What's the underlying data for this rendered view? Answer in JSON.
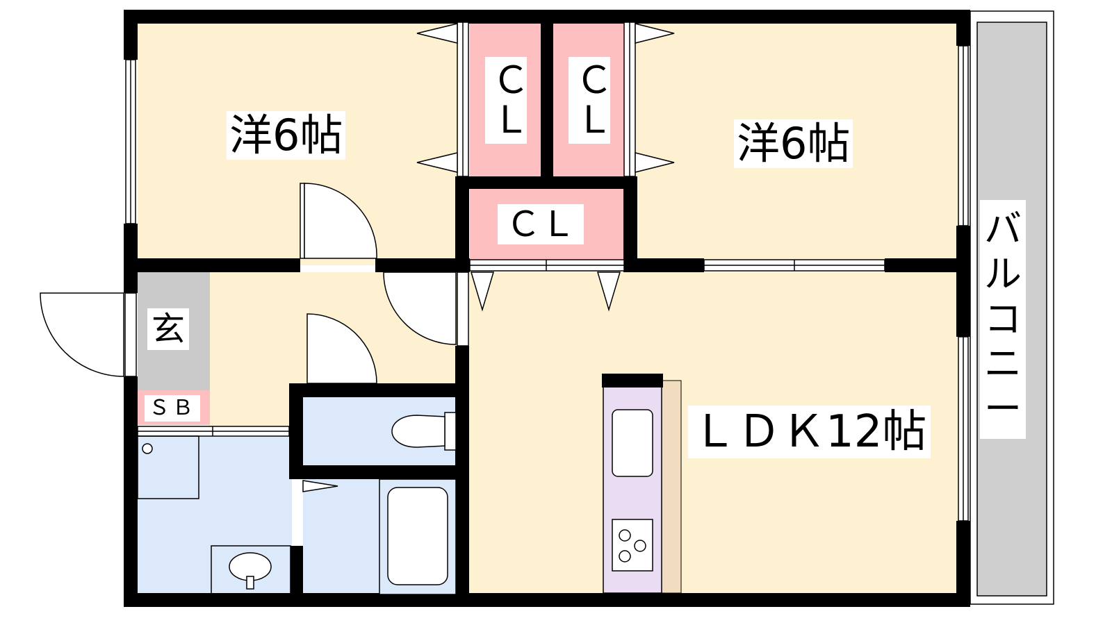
{
  "rooms": {
    "western_left": "洋6帖",
    "western_right": "洋6帖",
    "ldk": "ＬＤＫ12帖",
    "closet_left": "ＣＬ",
    "closet_right": "ＣＬ",
    "closet_center": "ＣＬ",
    "genkan": "玄",
    "shoe_box": "ＳＢ",
    "balcony": "バルコニー"
  },
  "colors": {
    "room_floor": "#fdf1d2",
    "closet": "#fdbfc0",
    "wet_area": "#dce9fb",
    "genkan": "#cacaca",
    "balcony": "#cfcfcf",
    "kitchen": "#eadcf2",
    "counter": "#f2dcc0",
    "wall": "#000000"
  }
}
